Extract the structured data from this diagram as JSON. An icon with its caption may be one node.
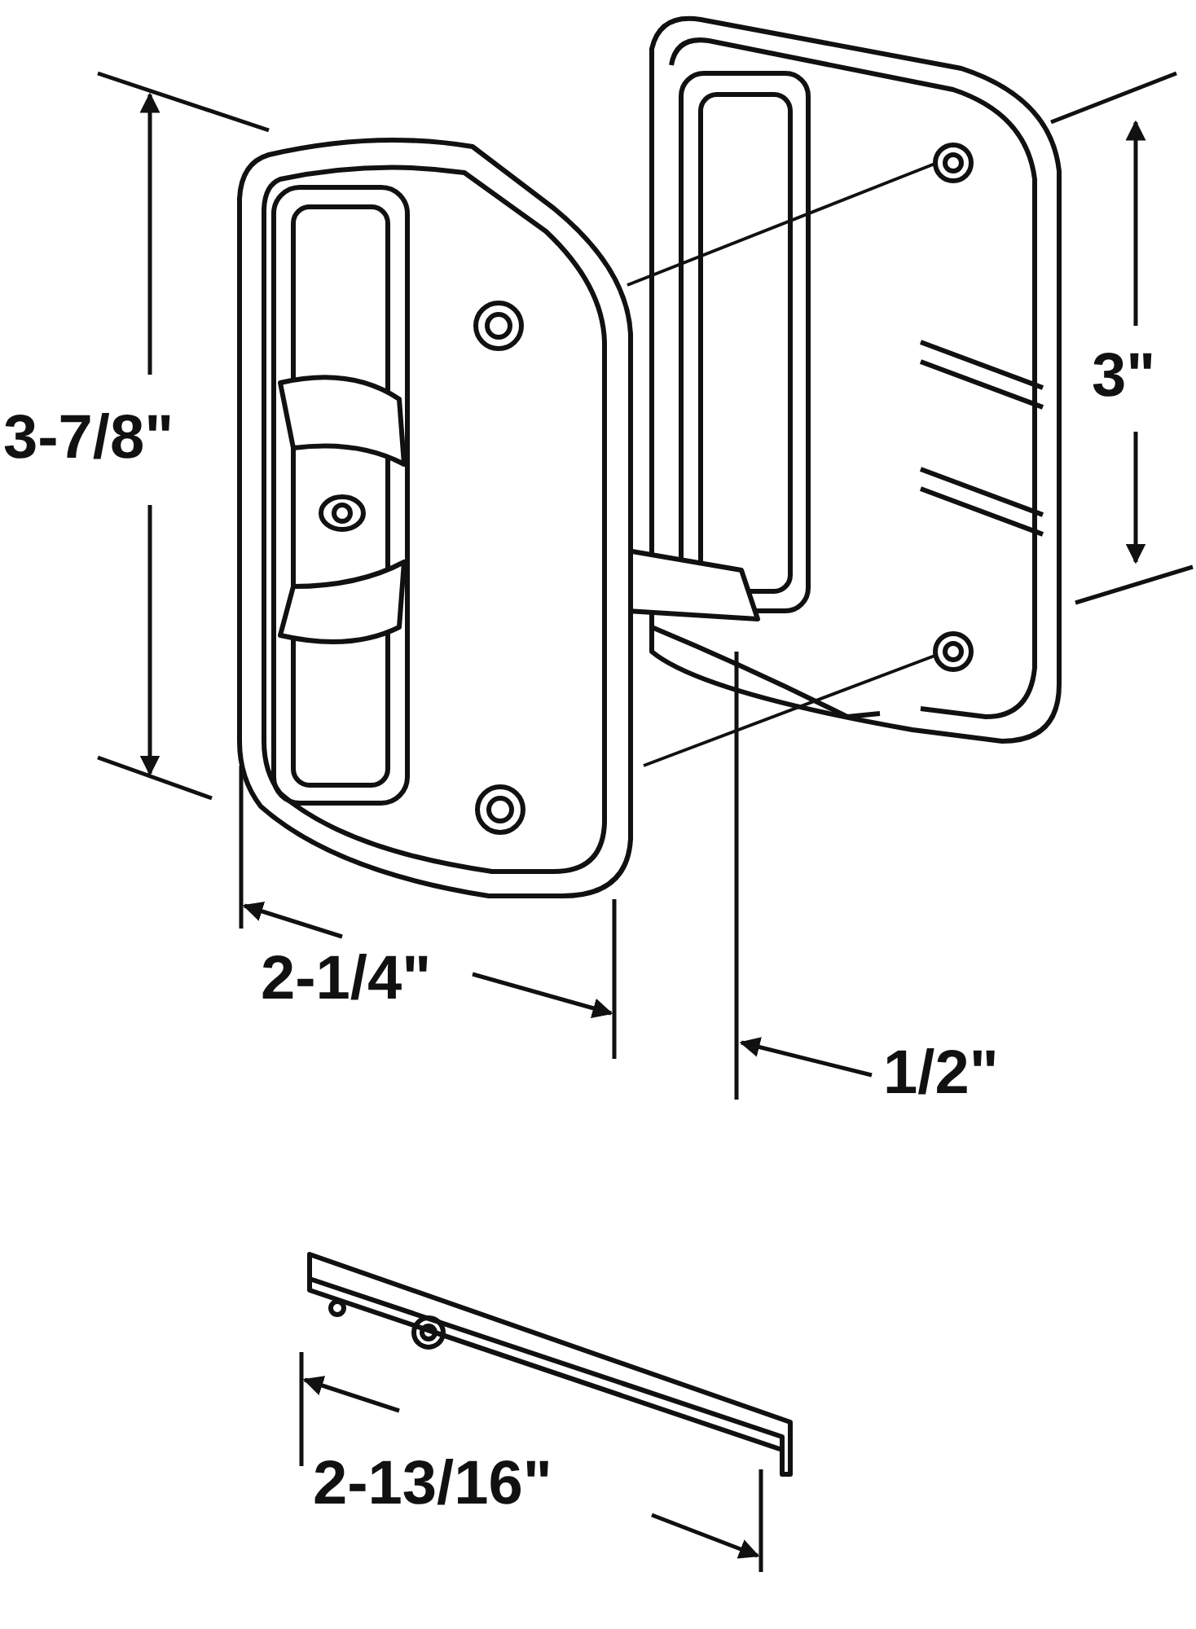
{
  "diagram": {
    "labels": [
      "3-7/8\"",
      "3\"",
      "2-1/4\"",
      "1/2\"",
      "2-13/16\""
    ]
  }
}
